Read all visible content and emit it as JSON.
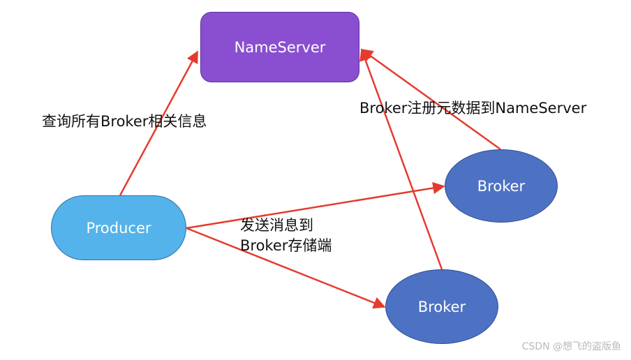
{
  "nodes": {
    "nameserver": "NameServer",
    "producer": "Producer",
    "broker_top": "Broker",
    "broker_bottom": "Broker"
  },
  "labels": {
    "query": "查询所有Broker相关信息",
    "register": "Broker注册元数据到NameServer",
    "send_line1": "发送消息到",
    "send_line2": "Broker存储端"
  },
  "watermark": "CSDN @想飞的盗版鱼",
  "colors": {
    "nameserver": "#8a4fd0",
    "producer": "#54b3ea",
    "broker": "#4d72c4",
    "arrow": "#e53b2e"
  }
}
